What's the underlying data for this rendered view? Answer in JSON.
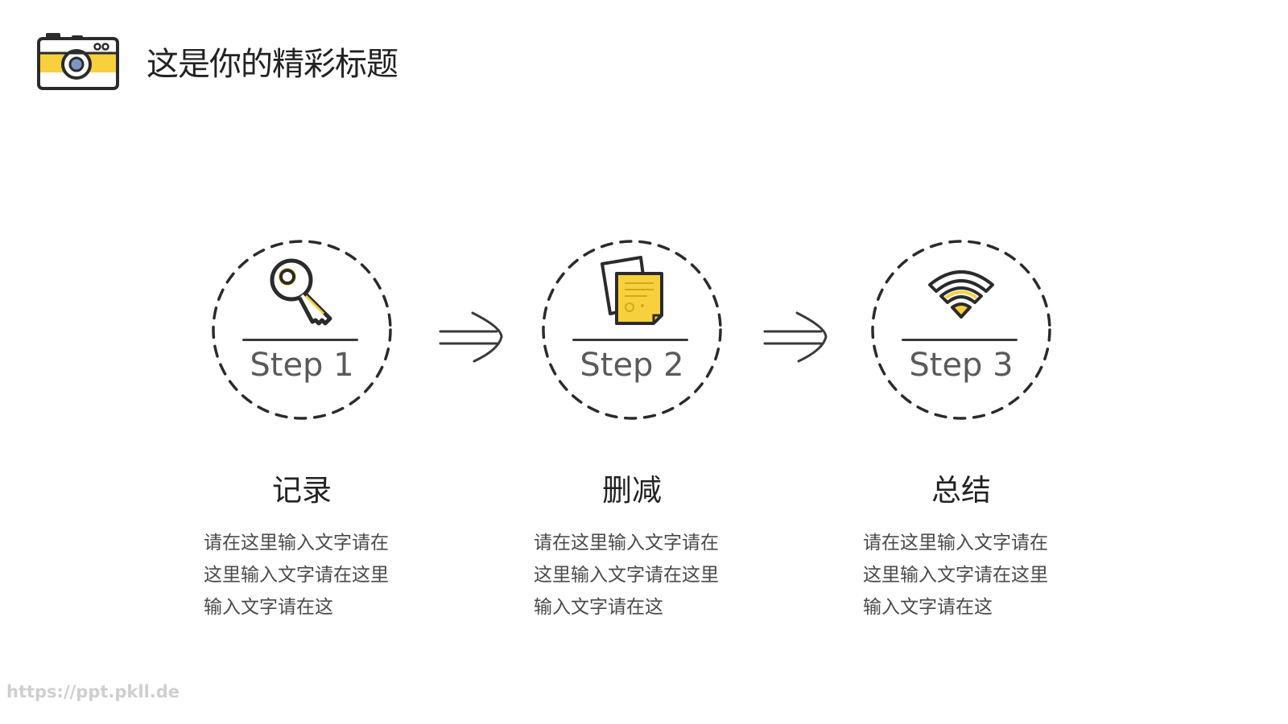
{
  "header": {
    "title": "这是你的精彩标题",
    "icon": "camera-icon"
  },
  "steps": [
    {
      "label": "Step 1",
      "heading": "记录",
      "description": "请在这里输入文字请在这里输入文字请在这里输入文字请在这",
      "icon": "key-icon"
    },
    {
      "label": "Step 2",
      "heading": "删减",
      "description": "请在这里输入文字请在这里输入文字请在这里输入文字请在这",
      "icon": "notes-icon"
    },
    {
      "label": "Step 3",
      "heading": "总结",
      "description": "请在这里输入文字请在这里输入文字请在这里输入文字请在这",
      "icon": "wifi-icon"
    }
  ],
  "watermark": "https://ppt.pkll.de",
  "colors": {
    "accent": "#f7d13d",
    "stroke": "#2b2b2b"
  }
}
